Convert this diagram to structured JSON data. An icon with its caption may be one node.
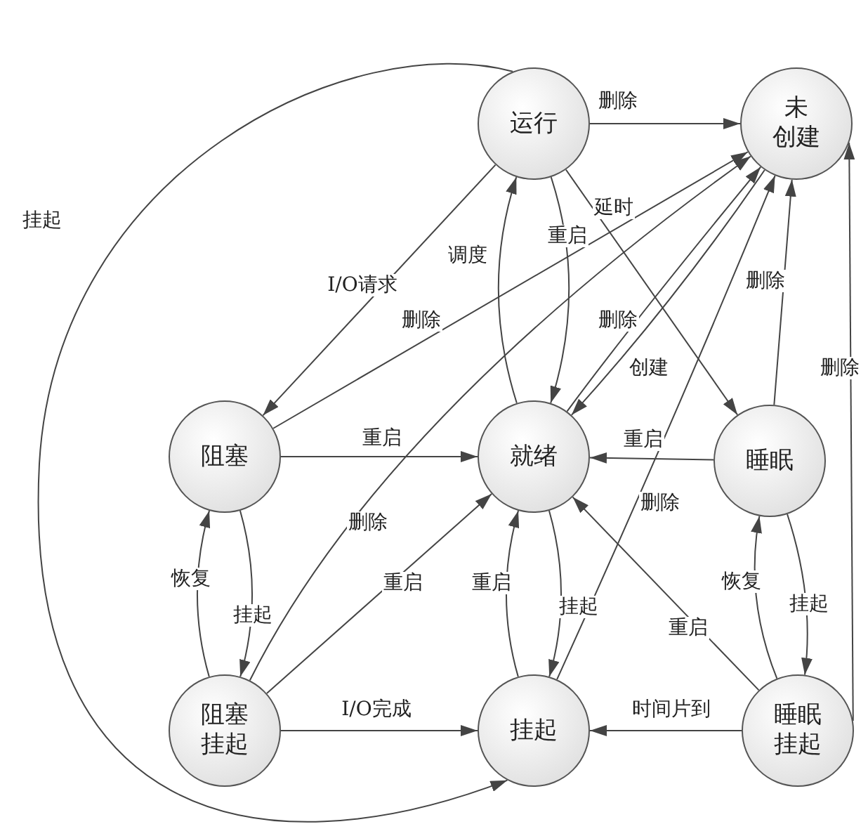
{
  "diagram": {
    "nodes": [
      {
        "text": [
          "运行"
        ]
      },
      {
        "text": [
          "未创建"
        ]
      },
      {
        "text": [
          "阻塞"
        ]
      },
      {
        "text": [
          "就绪"
        ]
      },
      {
        "text": [
          "睡眠"
        ]
      },
      {
        "text": [
          "阻塞挂起"
        ]
      },
      {
        "text": [
          "挂起"
        ]
      },
      {
        "text": [
          "睡眠挂起"
        ]
      }
    ],
    "edges": [
      {
        "from": 0,
        "to": 1,
        "arrow": "to",
        "label": "删除"
      },
      {
        "from": 0,
        "to": 2,
        "arrow": "to",
        "label": "I/O请求"
      },
      {
        "from": 0,
        "to": 4,
        "arrow": "to",
        "label": "延时"
      },
      {
        "from": 3,
        "to": 0,
        "arrow": "to",
        "label": "调度"
      },
      {
        "from": 0,
        "to": 3,
        "arrow": "to",
        "label": "重启"
      },
      {
        "from": 2,
        "to": 1,
        "arrow": "to",
        "label": "删除"
      },
      {
        "from": 3,
        "to": 1,
        "arrow": "to",
        "label": "删除"
      },
      {
        "from": 1,
        "to": 3,
        "arrow": "to",
        "label": "创建"
      },
      {
        "from": 4,
        "to": 1,
        "arrow": "to",
        "label": "删除"
      },
      {
        "from": 7,
        "to": 1,
        "arrow": "to",
        "label": "删除"
      },
      {
        "from": 2,
        "to": 5,
        "arrow": "to",
        "label": "挂起"
      },
      {
        "from": 5,
        "to": 2,
        "arrow": "to",
        "label": "恢复"
      },
      {
        "from": 2,
        "to": 3,
        "arrow": "to",
        "label": "重启"
      },
      {
        "from": 5,
        "to": 1,
        "arrow": "to",
        "label": "删除"
      },
      {
        "from": 5,
        "to": 3,
        "arrow": "to",
        "label": "重启"
      },
      {
        "from": 5,
        "to": 6,
        "arrow": "to",
        "label": "I/O完成"
      },
      {
        "from": 3,
        "to": 6,
        "arrow": "to",
        "label": "挂起"
      },
      {
        "from": 6,
        "to": 3,
        "arrow": "to",
        "label": "重启"
      },
      {
        "from": 6,
        "to": 1,
        "arrow": "to",
        "label": "删除"
      },
      {
        "from": 4,
        "to": 3,
        "arrow": "to",
        "label": "重启"
      },
      {
        "from": 4,
        "to": 7,
        "arrow": "to",
        "label": "挂起"
      },
      {
        "from": 7,
        "to": 4,
        "arrow": "to",
        "label": "恢复"
      },
      {
        "from": 7,
        "to": 3,
        "arrow": "to",
        "label": "重启"
      },
      {
        "from": 7,
        "to": 6,
        "arrow": "to",
        "label": "时间片到"
      },
      {
        "from": 0,
        "to": 6,
        "arrow": "to",
        "label": "挂起"
      }
    ]
  }
}
